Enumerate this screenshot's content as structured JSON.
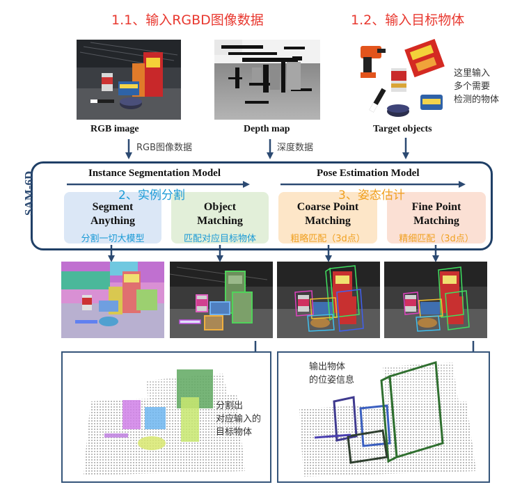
{
  "headings": {
    "input_rgbd": "1.1、输入RGBD图像数据",
    "input_target": "1.2、输入目标物体"
  },
  "inputs": {
    "rgb_caption": "RGB image",
    "rgb_sub": "RGB图像数据",
    "depth_caption": "Depth map",
    "depth_sub": "深度数据",
    "target_caption": "Target objects",
    "target_note": "这里输入\n多个需要\n检测的物体"
  },
  "sam6d": {
    "label": "SAM-6D",
    "instance_title": "Instance Segmentation Model",
    "instance_note": "2、实例分割",
    "pose_title": "Pose Estimation Model",
    "pose_note": "3、姿态估计",
    "modules": [
      {
        "title": "Segment\nAnything",
        "sub": "分割一切大模型"
      },
      {
        "title": "Object\nMatching",
        "sub": "匹配对应目标物体"
      },
      {
        "title": "Coarse Point\nMatching",
        "sub": "粗略匹配（3d点）"
      },
      {
        "title": "Fine Point\nMatching",
        "sub": "精细匹配（3d点）"
      }
    ]
  },
  "outputs": {
    "segmentation_note": "分割出\n对应输入的\n目标物体",
    "pose_note": "输出物体\n的位姿信息"
  },
  "colors": {
    "heading_red": "#e8382f",
    "note_blue": "#1a9ad6",
    "note_orange": "#f0a020",
    "frame_navy": "#1f3f66",
    "arrow_navy": "#2c4a72",
    "module_blue": "#dbe7f6",
    "module_green": "#e2efd9",
    "module_orange": "#fde6c8",
    "module_peach": "#fbe0d4"
  }
}
